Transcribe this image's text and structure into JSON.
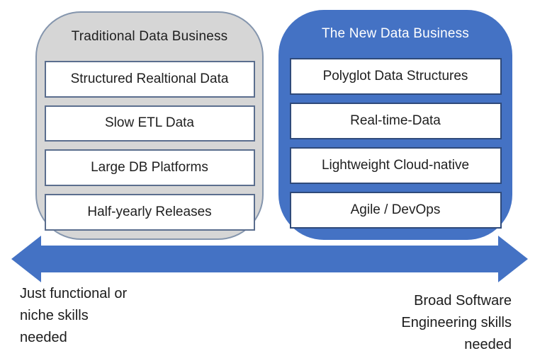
{
  "left_panel": {
    "title": "Traditional Data Business",
    "items": [
      "Structured Realtional Data",
      "Slow ETL Data",
      "Large DB Platforms",
      "Half-yearly Releases"
    ],
    "fill_color": "#d6d6d6",
    "border_color": "#8495ad",
    "title_color": "#1f1f1f"
  },
  "right_panel": {
    "title": "The New Data Business",
    "items": [
      "Polyglot Data Structures",
      "Real-time-Data",
      "Lightweight Cloud-native",
      "Agile / DevOps"
    ],
    "fill_color": "#4472c4",
    "title_color": "#ffffff"
  },
  "arrow": {
    "type": "double-headed-horizontal",
    "color": "#4472c4"
  },
  "captions": {
    "left": [
      "Just functional or",
      "niche skills",
      "needed"
    ],
    "right": [
      "Broad Software",
      "Engineering skills",
      "needed"
    ]
  }
}
